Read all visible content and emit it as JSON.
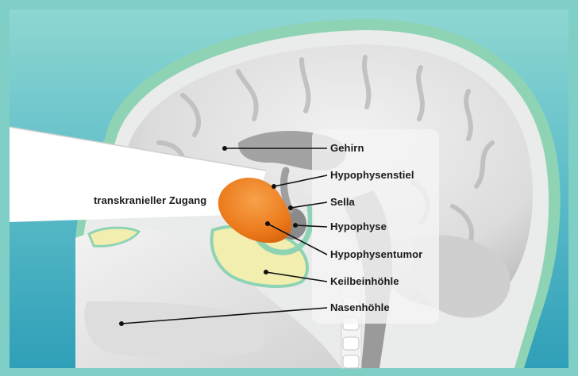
{
  "diagram": {
    "labels": {
      "gehirn": "Gehirn",
      "hypophysenstiel": "Hypophysenstiel",
      "sella": "Sella",
      "hypophyse": "Hypophyse",
      "hypophysentumor": "Hypophysentumor",
      "keilbeinhoehle": "Keilbeinhöhle",
      "nasenhoehle": "Nasenhöhle",
      "zugang": "transkranieller Zugang"
    },
    "colors": {
      "background": "#7ccac4",
      "inner_background": "#4fb6c6",
      "skull_rim": "#8fd3b5",
      "brain": "#dedede",
      "tumor": "#ee7d1f",
      "sinus": "#f2eeb0",
      "label_panel": "#f2f2f2"
    }
  }
}
